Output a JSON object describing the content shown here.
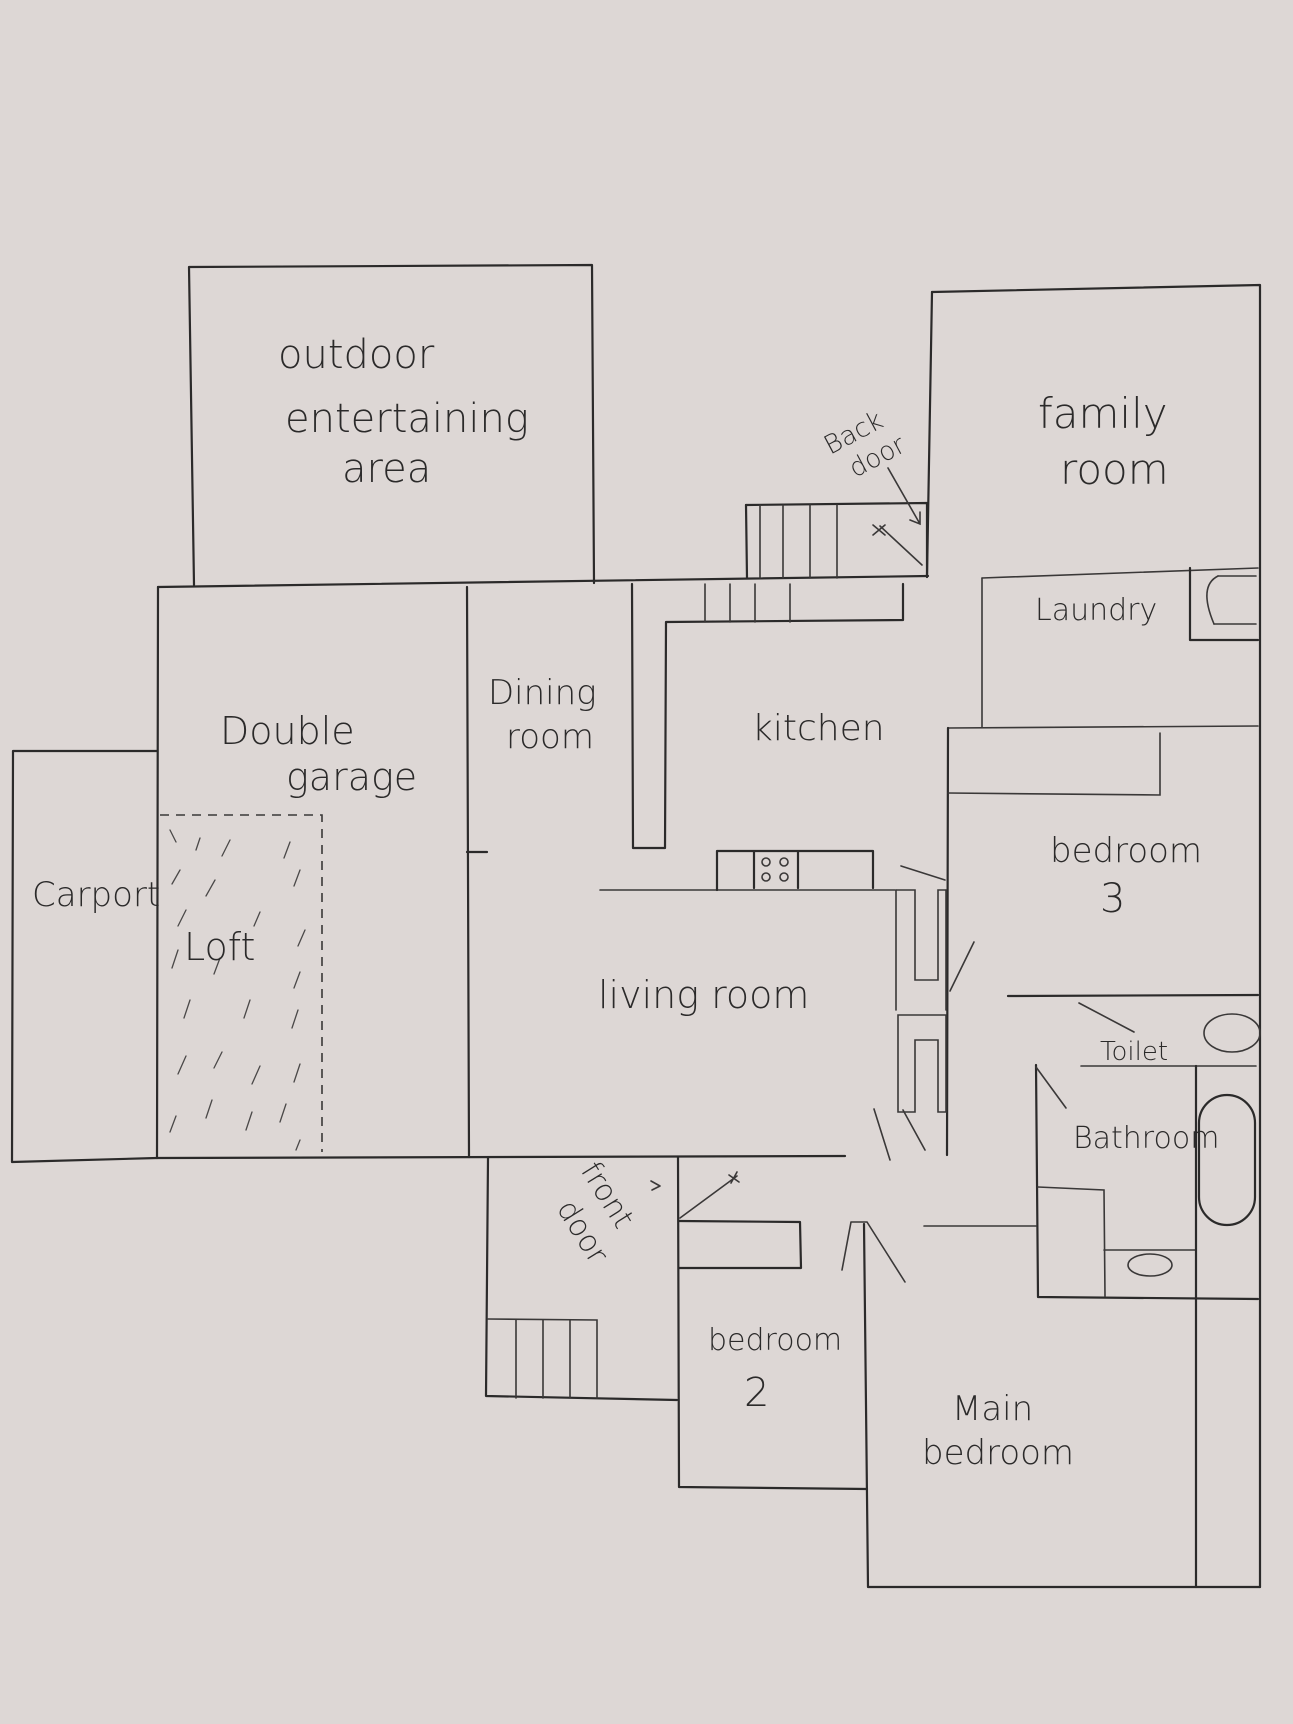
{
  "labels": {
    "outdoor_1": "outdoor",
    "outdoor_2": "entertaining",
    "outdoor_3": "area",
    "back_door_1": "Back",
    "back_door_2": "door",
    "family_1": "family",
    "family_2": "room",
    "laundry": "Laundry",
    "dining_1": "Dining",
    "dining_2": "room",
    "kitchen": "kitchen",
    "garage_1": "Double",
    "garage_2": "garage",
    "carport": "Carport",
    "loft": "Loft",
    "bedroom3_1": "bedroom",
    "bedroom3_2": "3",
    "living": "living room",
    "toilet": "Toilet",
    "bathroom": "Bathroom",
    "front_door_1": "front",
    "front_door_2": "door",
    "bedroom2_1": "bedroom",
    "bedroom2_2": "2",
    "main_1": "Main",
    "main_2": "bedroom"
  }
}
